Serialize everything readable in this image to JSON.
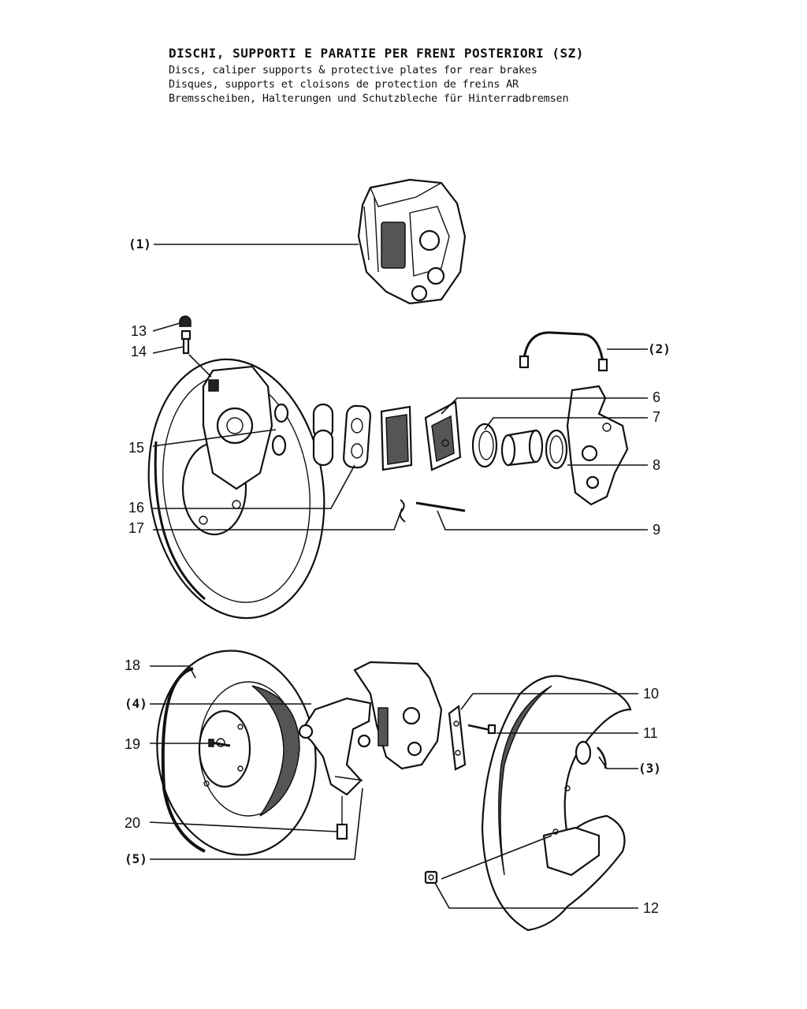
{
  "titles": {
    "it": "DISCHI, SUPPORTI E PARATIE PER FRENI POSTERIORI (SZ)",
    "en": "Discs, caliper supports & protective plates for rear brakes",
    "fr": "Disques, supports et cloisons de protection de freins AR",
    "de": "Bremsscheiben, Halterungen und Schutzbleche für Hinterradbremsen"
  },
  "callouts": {
    "c1": "(1)",
    "c2": "(2)",
    "c3": "(3)",
    "c4": "(4)",
    "c5": "(5)",
    "c6": "6",
    "c7": "7",
    "c8": "8",
    "c9": "9",
    "c10": "10",
    "c11": "11",
    "c12": "12",
    "c13": "13",
    "c14": "14",
    "c15": "15",
    "c16": "16",
    "c17": "17",
    "c18": "18",
    "c19": "19",
    "c20": "20"
  }
}
